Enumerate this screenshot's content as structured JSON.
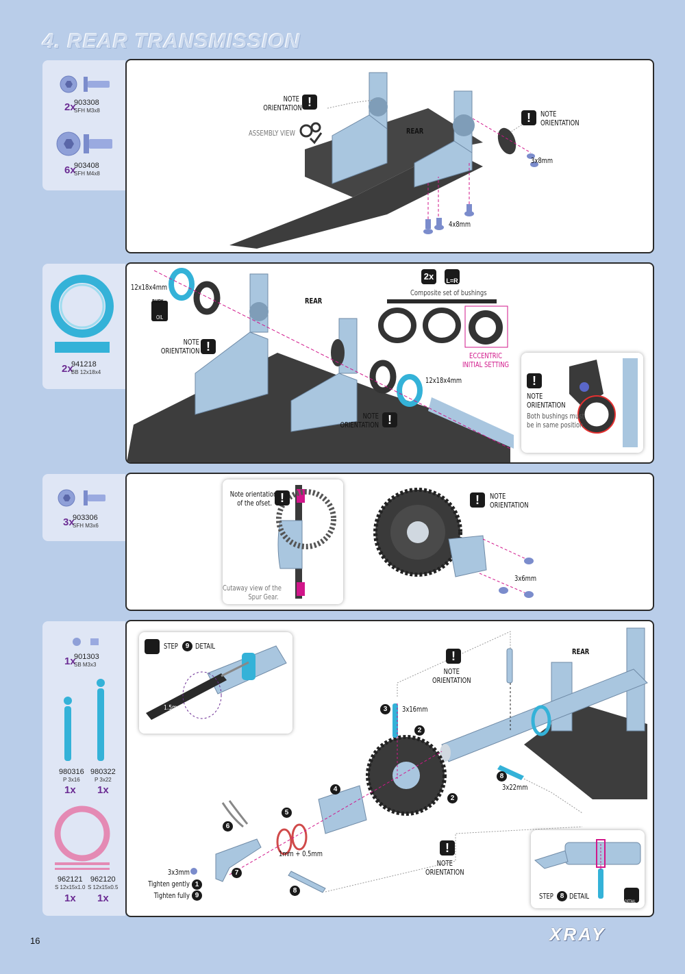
{
  "page": {
    "title": "4. REAR TRANSMISSION",
    "page_number": "16",
    "brand": "XRAY"
  },
  "colors": {
    "background": "#b9cde9",
    "parts_bg": "#dfe6f5",
    "accent_magenta": "#d1168a",
    "qty_purple": "#6b2c93",
    "part_blue": "#a9c6df",
    "carbon": "#3a3a3a"
  },
  "step1": {
    "parts": [
      {
        "qty": "2x",
        "part": "903308",
        "desc": "SFH M3x8"
      },
      {
        "qty": "6x",
        "part": "903408",
        "desc": "SFH M4x8"
      }
    ],
    "labels": {
      "note_a": "NOTE\nORIENTATION",
      "note_b": "NOTE\nORIENTATION",
      "assembly_view": "ASSEMBLY VIEW",
      "rear": "REAR",
      "screw_3x8": "3x8mm",
      "screw_4x8": "4x8mm"
    }
  },
  "step2": {
    "parts": [
      {
        "qty": "2x",
        "part": "941218",
        "desc": "BB 12x18x4"
      }
    ],
    "labels": {
      "bearing_left": "12x18x4mm",
      "rear": "REAR",
      "note_a": "NOTE\nORIENTATION",
      "bearing_right": "12x18x4mm",
      "note_b": "NOTE\nORIENTATION",
      "bushings_qty": "2x",
      "lr": "L=R",
      "composite": "Composite set of bushings",
      "eccentric": "ECCENTRIC\nINITIAL SETTING",
      "inset_note": "NOTE\nORIENTATION",
      "inset_text": "Both bushings must\nbe in same position.",
      "oil_tag": "RUDY",
      "oil": "OIL"
    }
  },
  "step3": {
    "parts": [
      {
        "qty": "3x",
        "part": "903306",
        "desc": "SFH M3x6"
      }
    ],
    "labels": {
      "offset_note": "Note orientation\nof the ofset.",
      "cutaway": "Cutaway view of the\nSpur Gear.",
      "note": "NOTE\nORIENTATION",
      "screw": "3x6mm"
    }
  },
  "step4": {
    "parts": [
      {
        "qty": "1x",
        "part": "901303",
        "desc": "SB M3x3"
      },
      {
        "qty": "1x",
        "part": "980316",
        "desc": "P 3x16"
      },
      {
        "qty": "1x",
        "part": "980322",
        "desc": "P 3x22"
      },
      {
        "qty": "1x",
        "part": "962121",
        "desc": "S 12x15x1.0"
      },
      {
        "qty": "1x",
        "part": "962120",
        "desc": "S 12x15x0.5"
      }
    ],
    "labels": {
      "detail9_pre": "STEP",
      "detail9_num": "9",
      "detail9_post": "DETAIL",
      "tool": "1.5mm",
      "note_top": "NOTE\nORIENTATION",
      "rear": "REAR",
      "pin_3x16": "3x16mm",
      "pin_3x22": "3x22mm",
      "shims": "1mm + 0.5mm",
      "note_bottom": "NOTE\nORIENTATION",
      "screw_3x3": "3x3mm",
      "tighten_gently": "Tighten gently",
      "tighten_fully": "Tighten fully",
      "detail8_pre": "STEP",
      "detail8_num": "8",
      "detail8_post": "DETAIL",
      "detail_badge": "DETAIL"
    },
    "steps": [
      "1",
      "2",
      "3",
      "4",
      "5",
      "6",
      "7",
      "8",
      "9"
    ]
  }
}
